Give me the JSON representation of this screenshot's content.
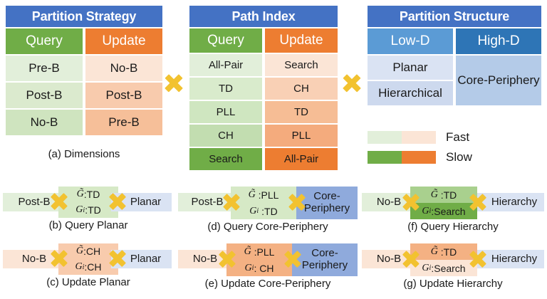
{
  "colors": {
    "title_blue": "#4472c4",
    "header_green": "#70ad47",
    "header_orange": "#ed7d31",
    "low_d_blue": "#5b9bd5",
    "high_d_blue": "#2e75b6",
    "blue_cell": "#dae3f3",
    "blue_cell_dark": "#b4c7e7",
    "cross_gold": "#f2c230",
    "green_light_1": "#e2efda",
    "green_light_2": "#d6e9c6",
    "green_light_3": "#c5e0b4",
    "green_solid": "#70ad47",
    "orange_light_1": "#fbe5d6",
    "orange_light_2": "#f8cbad",
    "orange_light_3": "#f4b183",
    "orange_solid": "#ed7d31",
    "text_dark": "#1a1a1a",
    "text_white": "#ffffff"
  },
  "tables": [
    {
      "id": "partition-strategy",
      "title": "Partition Strategy",
      "headers": [
        "Query",
        "Update"
      ],
      "rows": [
        [
          "Pre-B",
          "No-B"
        ],
        [
          "Post-B",
          "Post-B"
        ],
        [
          "No-B",
          "Pre-B"
        ]
      ],
      "caption": "(a) Dimensions"
    },
    {
      "id": "path-index",
      "title": "Path Index",
      "headers": [
        "Query",
        "Update"
      ],
      "rows": [
        [
          "All-Pair",
          "Search"
        ],
        [
          "TD",
          "CH"
        ],
        [
          "PLL",
          "TD"
        ],
        [
          "CH",
          "PLL"
        ],
        [
          "Search",
          "All-Pair"
        ]
      ],
      "caption": ""
    },
    {
      "id": "partition-structure",
      "title": "Partition Structure",
      "headers": [
        "Low-D",
        "High-D"
      ],
      "rows": [
        [
          "Planar",
          "Core-Periphery"
        ],
        [
          "Hierarchical",
          ""
        ]
      ],
      "caption": ""
    }
  ],
  "operators": {
    "cross_1": "×",
    "cross_2": "×"
  },
  "legend": {
    "items": [
      {
        "label": "Fast",
        "left_color": "#e2efda",
        "right_color": "#fbe5d6"
      },
      {
        "label": "Slow",
        "left_color": "#70ad47",
        "right_color": "#ed7d31"
      }
    ]
  },
  "panels": [
    {
      "id": "b",
      "caption": "(b) Query Planar",
      "left": "Post-B",
      "mid_top_label": "G̃",
      "mid_top_value": ":TD",
      "mid_bot_label": "G",
      "mid_bot_sub": "i",
      "mid_bot_value": ":TD",
      "right": "Planar",
      "left_bg": "#e2efda",
      "mid_top_bg": "#d6e9c6",
      "mid_bot_bg": "#d6e9c6",
      "right_bg": "#dae3f3"
    },
    {
      "id": "c",
      "caption": "(c) Update Planar",
      "left": "No-B",
      "mid_top_label": "G̃",
      "mid_top_value": ":CH",
      "mid_bot_label": "G",
      "mid_bot_sub": "i",
      "mid_bot_value": ":CH",
      "right": "Planar",
      "left_bg": "#fbe5d6",
      "mid_top_bg": "#f8cbad",
      "mid_bot_bg": "#f8cbad",
      "right_bg": "#dae3f3"
    },
    {
      "id": "d",
      "caption": "(d) Query Core-Periphery",
      "left": "Post-B",
      "mid_top_label": "G̃",
      "mid_top_value": ":PLL",
      "mid_bot_label": "G",
      "mid_bot_sub": "i",
      "mid_bot_value": ":TD",
      "right": "Core-Periphery",
      "left_bg": "#e2efda",
      "mid_top_bg": "#d6e9c6",
      "mid_bot_bg": "#d6e9c6",
      "right_bg": "#8faadc"
    },
    {
      "id": "e",
      "caption": "(e) Update Core-Periphery",
      "left": "No-B",
      "mid_top_label": "G̃",
      "mid_top_value": ":PLL",
      "mid_bot_label": "G",
      "mid_bot_sub": "i",
      "mid_bot_value": ": CH",
      "right": "Core-Periphery",
      "left_bg": "#fbe5d6",
      "mid_top_bg": "#f4b183",
      "mid_bot_bg": "#f4b183",
      "right_bg": "#8faadc"
    },
    {
      "id": "f",
      "caption": "(f) Query Hierarchy",
      "left": "No-B",
      "mid_top_label": "G̃",
      "mid_top_value": ":TD",
      "mid_bot_label": "G",
      "mid_bot_sub": "i",
      "mid_bot_value": ":Search",
      "right": "Hierarchy",
      "left_bg": "#e2efda",
      "mid_top_bg": "#a9d08e",
      "mid_bot_bg": "#70ad47",
      "right_bg": "#dae3f3"
    },
    {
      "id": "g",
      "caption": "(g) Update Hierarchy",
      "left": "No-B",
      "mid_top_label": "G̃",
      "mid_top_value": ":TD",
      "mid_bot_label": "G",
      "mid_bot_sub": "i",
      "mid_bot_value": ":Search",
      "right": "Hierarchy",
      "left_bg": "#fbe5d6",
      "mid_top_bg": "#f4b183",
      "mid_bot_bg": "#fbe5d6",
      "right_bg": "#dae3f3"
    }
  ]
}
